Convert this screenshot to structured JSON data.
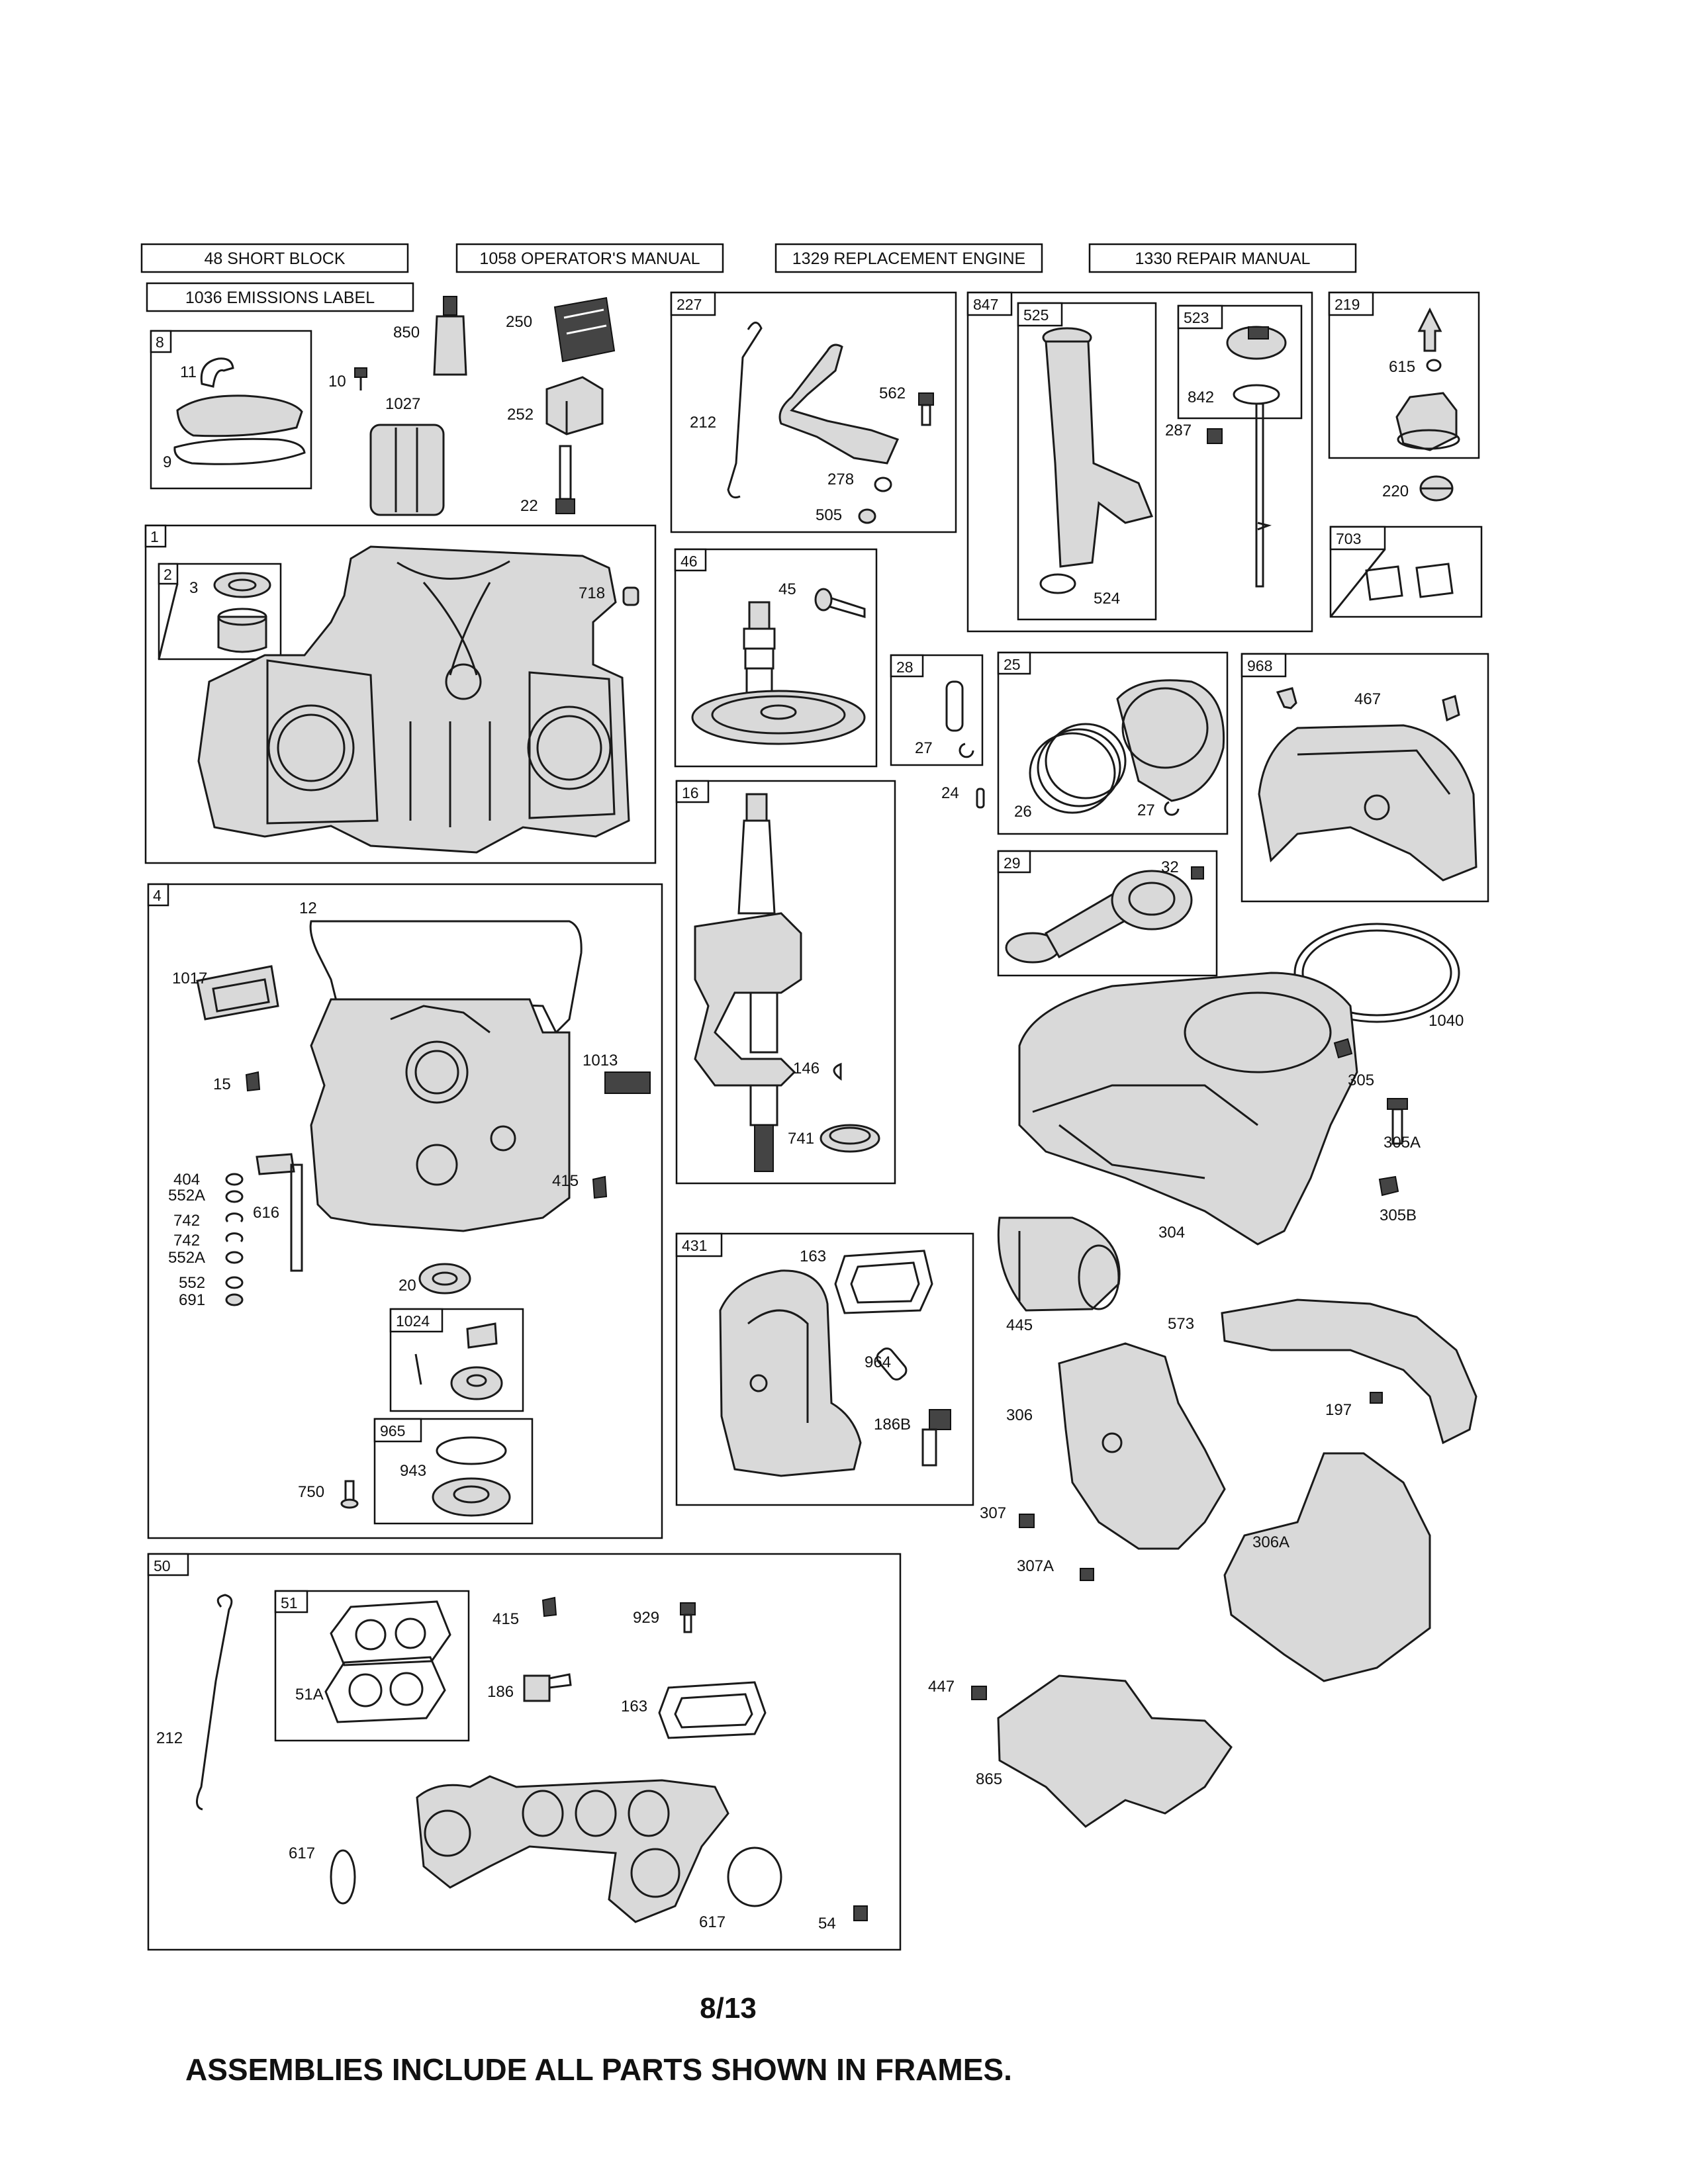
{
  "headers": [
    "48 SHORT BLOCK",
    "1058 OPERATOR'S MANUAL",
    "1329 REPLACEMENT ENGINE",
    "1330 REPAIR MANUAL",
    "1036 EMISSIONS LABEL"
  ],
  "frames": {
    "f8": "8",
    "f1": "1",
    "f2": "2",
    "f4": "4",
    "f1024": "1024",
    "f965": "965",
    "f50": "50",
    "f51": "51",
    "f227": "227",
    "f46": "46",
    "f28": "28",
    "f16": "16",
    "f431": "431",
    "f847": "847",
    "f525": "525",
    "f523": "523",
    "f219": "219",
    "f703": "703",
    "f25": "25",
    "f29": "29",
    "f968": "968"
  },
  "parts": {
    "p850": "850",
    "p250": "250",
    "p10": "10",
    "p11": "11",
    "p9": "9",
    "p1027": "1027",
    "p252": "252",
    "p22": "22",
    "p3": "3",
    "p718": "718",
    "p12": "12",
    "p1017": "1017",
    "p15": "15",
    "p1013": "1013",
    "p404": "404",
    "p552a1": "552A",
    "p742a": "742",
    "p742b": "742",
    "p552a2": "552A",
    "p616": "616",
    "p552": "552",
    "p691": "691",
    "p415a": "415",
    "p20": "20",
    "p943": "943",
    "p750": "750",
    "p212a": "212",
    "p562": "562",
    "p278": "278",
    "p505": "505",
    "p45": "45",
    "p27a": "27",
    "p24": "24",
    "p146": "146",
    "p741": "741",
    "p163a": "163",
    "p964": "964",
    "p186b": "186B",
    "p524": "524",
    "p842": "842",
    "p287": "287",
    "p615": "615",
    "p220": "220",
    "p26": "26",
    "p27b": "27",
    "p32": "32",
    "p467": "467",
    "p1040": "1040",
    "p305": "305",
    "p305a": "305A",
    "p305b": "305B",
    "p304": "304",
    "p445": "445",
    "p573": "573",
    "p197": "197",
    "p306": "306",
    "p307": "307",
    "p307a": "307A",
    "p306a": "306A",
    "p447": "447",
    "p865": "865",
    "p51a": "51A",
    "p212b": "212",
    "p415b": "415",
    "p929": "929",
    "p186": "186",
    "p163b": "163",
    "p617a": "617",
    "p617b": "617",
    "p54": "54"
  },
  "page_number": "8/13",
  "footer": "ASSEMBLIES INCLUDE ALL PARTS SHOWN IN FRAMES."
}
